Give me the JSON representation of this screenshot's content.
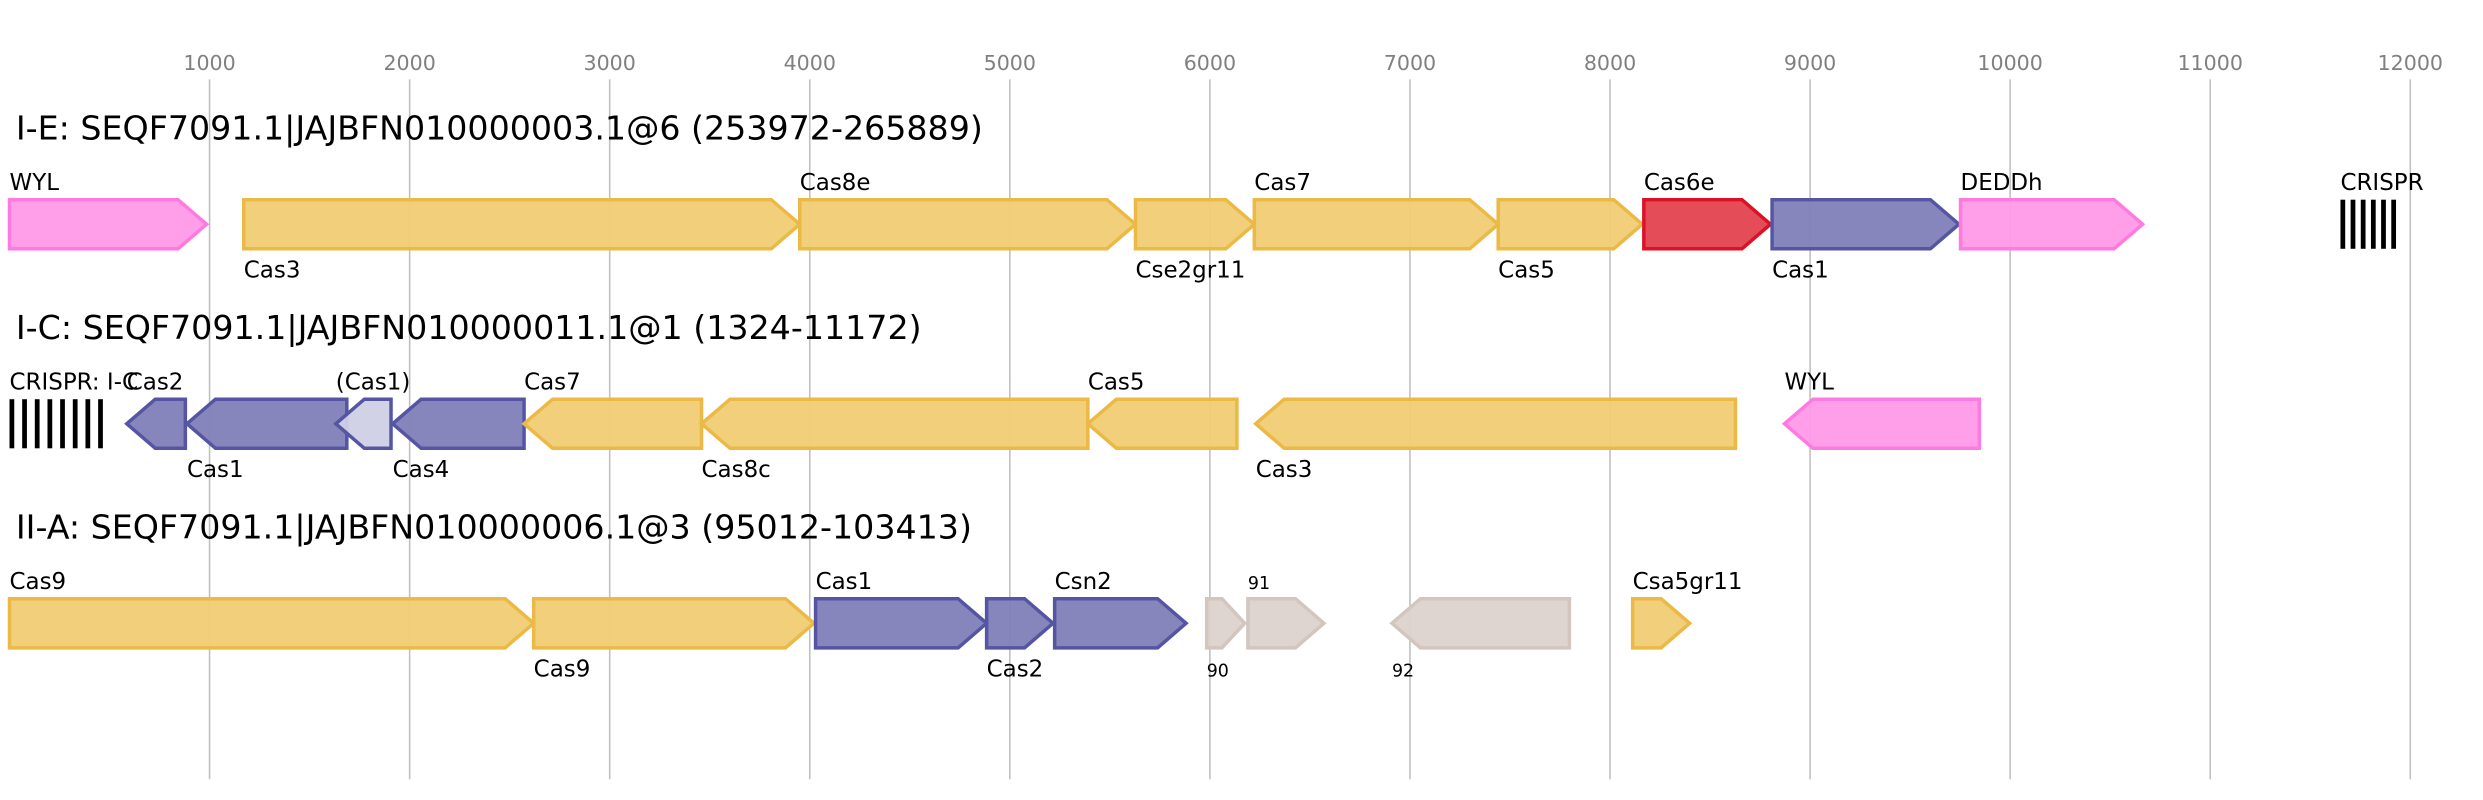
{
  "axis": {
    "ticks": [
      1000,
      2000,
      3000,
      4000,
      5000,
      6000,
      7000,
      8000,
      9000,
      10000,
      11000,
      12000
    ]
  },
  "colors": {
    "yellow": {
      "fill": "#f0cc74",
      "stroke": "#ebb945"
    },
    "pink": {
      "fill": "#ff99e8",
      "stroke": "#ff7ae0"
    },
    "blue": {
      "fill": "#7f7fb8",
      "stroke": "#5555a3"
    },
    "lightblue": {
      "fill": "#d0d0e6",
      "stroke": "#5555a3"
    },
    "red": {
      "fill": "#e3424f",
      "stroke": "#dd1125"
    },
    "gray": {
      "fill": "#dcd3ce",
      "stroke": "#d2c6be"
    }
  },
  "tracks": [
    {
      "title": "I-E: SEQF7091.1|JAJBFN010000003.1@6 (253972-265889)",
      "genes": [
        {
          "name": "WYL",
          "start": 0,
          "end": 985,
          "strand": "+",
          "color": "pink",
          "label_pos": "above"
        },
        {
          "name": "Cas3",
          "start": 1171,
          "end": 3950,
          "strand": "+",
          "color": "yellow",
          "label_pos": "below"
        },
        {
          "name": "Cas8e",
          "start": 3950,
          "end": 5628,
          "strand": "+",
          "color": "yellow",
          "label_pos": "above"
        },
        {
          "name": "Cse2gr11",
          "start": 5628,
          "end": 6222,
          "strand": "+",
          "color": "yellow",
          "label_pos": "below"
        },
        {
          "name": "Cas7",
          "start": 6222,
          "end": 7441,
          "strand": "+",
          "color": "yellow",
          "label_pos": "above"
        },
        {
          "name": "Cas5",
          "start": 7441,
          "end": 8161,
          "strand": "+",
          "color": "yellow",
          "label_pos": "below"
        },
        {
          "name": "Cas6e",
          "start": 8169,
          "end": 8802,
          "strand": "+",
          "color": "red",
          "label_pos": "above"
        },
        {
          "name": "Cas1",
          "start": 8810,
          "end": 9744,
          "strand": "+",
          "color": "blue",
          "label_pos": "below"
        },
        {
          "name": "DEDDh",
          "start": 9752,
          "end": 10662,
          "strand": "+",
          "color": "pink",
          "label_pos": "above"
        }
      ],
      "crispr": {
        "name": "CRISPR",
        "start": 11651,
        "end": 11905,
        "bars": 6
      }
    },
    {
      "title": "I-C: SEQF7091.1|JAJBFN010000011.1@1 (1324-11172)",
      "genes": [
        {
          "name": "Cas2",
          "start": 586,
          "end": 879,
          "strand": "-",
          "color": "blue",
          "label_pos": "above"
        },
        {
          "name": "Cas1",
          "start": 887,
          "end": 1686,
          "strand": "-",
          "color": "blue",
          "label_pos": "below"
        },
        {
          "name": "(Cas1)",
          "start": 1631,
          "end": 1907,
          "strand": "-",
          "color": "lightblue",
          "label_pos": "above"
        },
        {
          "name": "Cas4",
          "start": 1915,
          "end": 2572,
          "strand": "-",
          "color": "blue",
          "label_pos": "below"
        },
        {
          "name": "Cas7",
          "start": 2572,
          "end": 3459,
          "strand": "-",
          "color": "yellow",
          "label_pos": "above"
        },
        {
          "name": "Cas8c",
          "start": 3459,
          "end": 5390,
          "strand": "-",
          "color": "yellow",
          "label_pos": "below"
        },
        {
          "name": "Cas5",
          "start": 5390,
          "end": 6135,
          "strand": "-",
          "color": "yellow",
          "label_pos": "above"
        },
        {
          "name": "Cas3",
          "start": 6229,
          "end": 8627,
          "strand": "-",
          "color": "yellow",
          "label_pos": "below"
        },
        {
          "name": "WYL",
          "start": 8872,
          "end": 9846,
          "strand": "-",
          "color": "pink",
          "label_pos": "above"
        }
      ],
      "crispr": {
        "name": "CRISPR: I-C",
        "start": 0,
        "end": 443,
        "bars": 8
      }
    },
    {
      "title": "II-A: SEQF7091.1|JAJBFN010000006.1@3 (95012-103413)",
      "genes": [
        {
          "name": "Cas9",
          "start": 0,
          "end": 2620,
          "strand": "+",
          "color": "yellow",
          "label_pos": "above"
        },
        {
          "name": "Cas9",
          "start": 2620,
          "end": 4021,
          "strand": "+",
          "color": "yellow",
          "label_pos": "below"
        },
        {
          "name": "Cas1",
          "start": 4029,
          "end": 4884,
          "strand": "+",
          "color": "blue",
          "label_pos": "above"
        },
        {
          "name": "Cas2",
          "start": 4884,
          "end": 5216,
          "strand": "+",
          "color": "blue",
          "label_pos": "below"
        },
        {
          "name": "Csn2",
          "start": 5224,
          "end": 5881,
          "strand": "+",
          "color": "blue",
          "label_pos": "above"
        },
        {
          "name": "90",
          "start": 5984,
          "end": 6174,
          "strand": "+",
          "color": "gray",
          "label_pos": "below",
          "small": true
        },
        {
          "name": "91",
          "start": 6190,
          "end": 6570,
          "strand": "+",
          "color": "gray",
          "label_pos": "above",
          "small": true
        },
        {
          "name": "92",
          "start": 6910,
          "end": 7797,
          "strand": "-",
          "color": "gray",
          "label_pos": "below",
          "small": true
        },
        {
          "name": "Csa5gr11",
          "start": 8113,
          "end": 8398,
          "strand": "+",
          "color": "yellow",
          "label_pos": "above"
        }
      ]
    }
  ]
}
